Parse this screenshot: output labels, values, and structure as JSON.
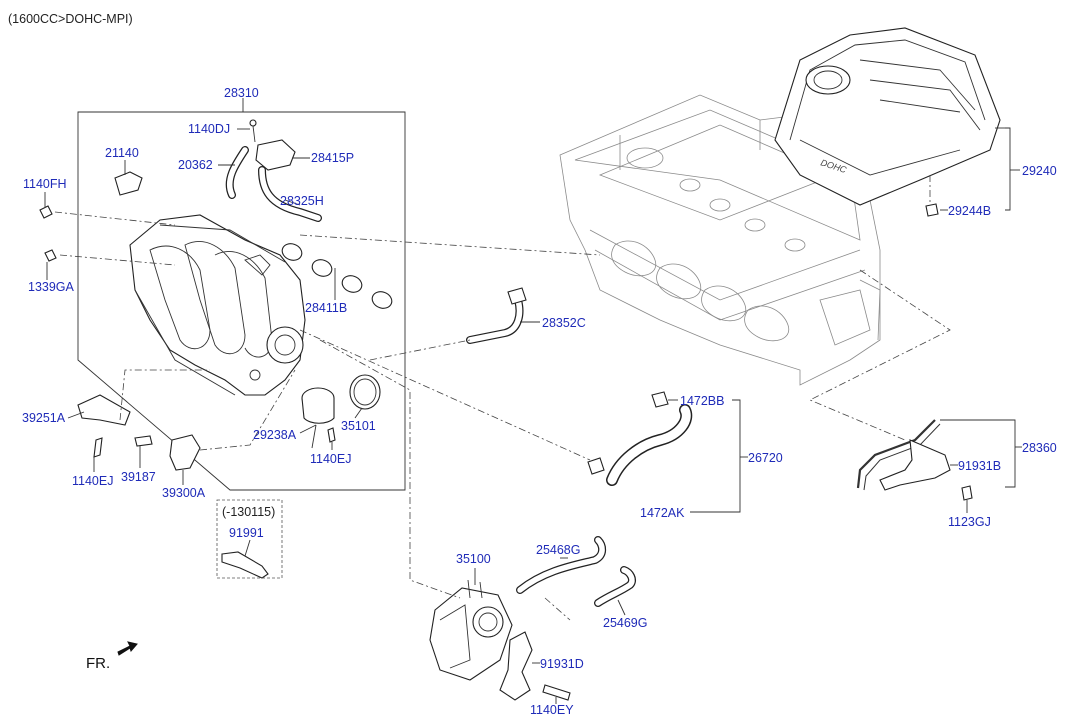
{
  "diagram": {
    "header": "(1600CC>DOHC-MPI)",
    "front_label": "FR.",
    "sub_header": "(-130115)",
    "labels": {
      "p28310": "28310",
      "p1140DJ": "1140DJ",
      "p21140": "21140",
      "p20362": "20362",
      "p28415P": "28415P",
      "p1140FH": "1140FH",
      "p28325H": "28325H",
      "p1339GA": "1339GA",
      "p28411B": "28411B",
      "p28352C": "28352C",
      "p39251A": "39251A",
      "p29238A": "29238A",
      "p35101": "35101",
      "p1140EJ_a": "1140EJ",
      "p39187": "39187",
      "p1140EJ_b": "1140EJ",
      "p39300A": "39300A",
      "p91991": "91991",
      "p1472BB": "1472BB",
      "p26720": "26720",
      "p1472AK": "1472AK",
      "p29240": "29240",
      "p29244B": "29244B",
      "p28360": "28360",
      "p91931B": "91931B",
      "p1123GJ": "1123GJ",
      "p35100": "35100",
      "p25468G": "25468G",
      "p25469G": "25469G",
      "p91931D": "91931D",
      "p1140EY": "1140EY"
    }
  }
}
